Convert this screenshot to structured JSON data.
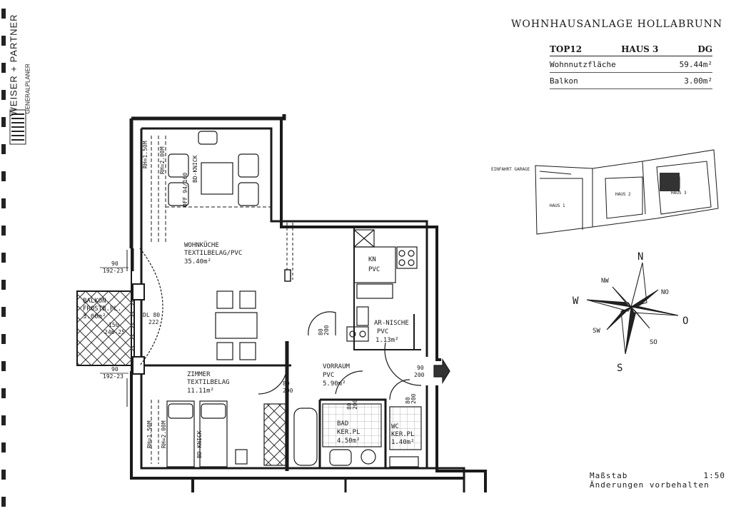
{
  "sidebar": {
    "firm": "WEISER + PARTNER",
    "role": "GENERALPLANER"
  },
  "header": {
    "title": "WOHNHAUSANLAGE HOLLABRUNN"
  },
  "info": {
    "top": "TOP12",
    "haus": "HAUS 3",
    "floor": "DG",
    "rows": [
      {
        "label": "Wohnnutzfläche",
        "value": "59.44m²"
      },
      {
        "label": "Balkon",
        "value": "3.00m²"
      }
    ]
  },
  "rooms": {
    "wohnkueche": [
      "WOHNKÜCHE",
      "TEXTILBELAG/PVC",
      "35.40m²"
    ],
    "zimmer": [
      "ZIMMER",
      "TEXTILBELAG",
      "11.11m²"
    ],
    "balkon": [
      "BALKON",
      "FROSTB.PL.",
      "3.00m²"
    ],
    "kn": [
      "KN",
      "PVC"
    ],
    "arnische": [
      "AR-NISCHE",
      "PVC",
      "1.13m²"
    ],
    "vorraum": [
      "VORRAUM",
      "PVC",
      "5.90m²"
    ],
    "bad": [
      "BAD",
      "KER.PL",
      "4.50m²"
    ],
    "wc": [
      "WC",
      "KER.PL",
      "1.40m²"
    ]
  },
  "dims": {
    "d1": "90",
    "d1b": "192-23",
    "d2": "90",
    "d2b": "192-23",
    "dl": "DL 80",
    "dl2": "222",
    "dl3": "150",
    "dl4": "246-25",
    "v1": "80",
    "v2": "200",
    "z1": "80",
    "z2": "200",
    "e1": "90",
    "e2": "200",
    "b1": "80",
    "b2": "200",
    "w1": "80",
    "w2": "200",
    "rh1": "RH=1.50M",
    "rh2": "RH=2.00M",
    "knick": "BD-KNICK",
    "off": "OFF 94/160",
    "rh3": "RH=1.50M",
    "rh4": "RH=2.00M",
    "knick2": "BD-KNICK"
  },
  "site": {
    "entry": "EINFAHRT GARAGE",
    "h1": "HAUS 1",
    "h2": "HAUS 2",
    "h3": "HAUS 3"
  },
  "compass": {
    "n": "N",
    "s": "S",
    "w": "W",
    "o": "O",
    "nw": "NW",
    "no": "NO",
    "sw": "SW",
    "so": "SO"
  },
  "footer": {
    "scale_label": "Maßstab",
    "scale": "1:50",
    "note": "Änderungen vorbehalten"
  }
}
